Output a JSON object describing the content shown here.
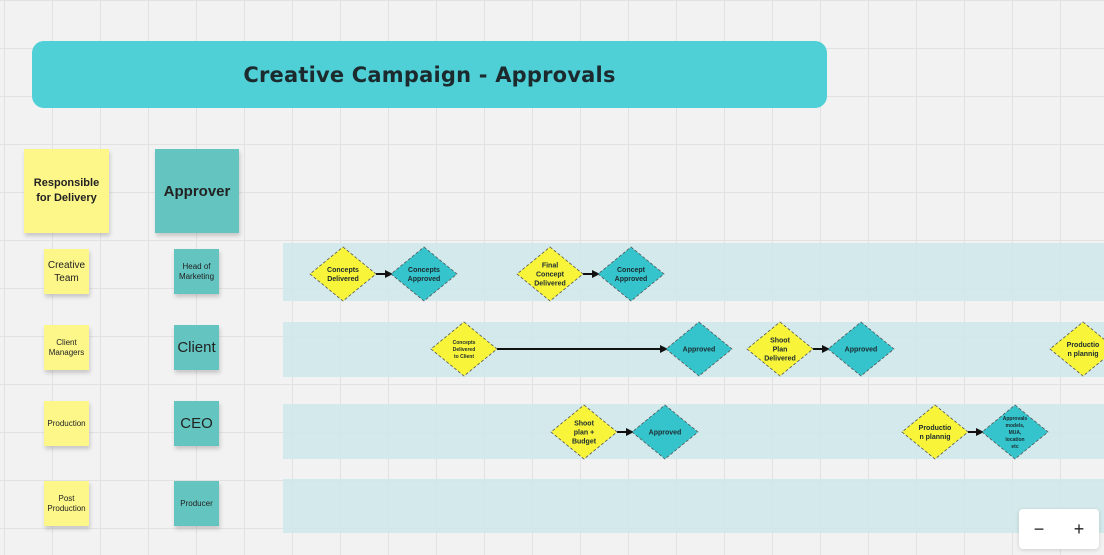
{
  "title": "Creative Campaign - Approvals",
  "headers": {
    "responsible": "Responsible for Delivery",
    "approver": "Approver"
  },
  "rows": [
    {
      "responsible": "Creative Team",
      "approver": "Head of Marketing",
      "approver_size": "small"
    },
    {
      "responsible": "Client Managers",
      "approver": "Client",
      "approver_size": "big"
    },
    {
      "responsible": "Production",
      "approver": "CEO",
      "approver_size": "big"
    },
    {
      "responsible": "Post Production",
      "approver": "Producer",
      "approver_size": "small"
    }
  ],
  "shapes": [
    {
      "id": "d1",
      "label": "Concepts Delivered",
      "color": "yellow",
      "lane": 0
    },
    {
      "id": "d2",
      "label": "Concepts Approved",
      "color": "teal",
      "lane": 0
    },
    {
      "id": "d3",
      "label": "Final Concept Delivered",
      "color": "yellow",
      "lane": 0
    },
    {
      "id": "d4",
      "label": "Concept Approved",
      "color": "teal",
      "lane": 0
    },
    {
      "id": "d5",
      "label": "Concepts Delivered to Client",
      "color": "yellow",
      "lane": 1
    },
    {
      "id": "d6",
      "label": "Approved",
      "color": "teal",
      "lane": 1
    },
    {
      "id": "d7",
      "label": "Shoot Plan Delivered",
      "color": "yellow",
      "lane": 1
    },
    {
      "id": "d8",
      "label": "Approved",
      "color": "teal",
      "lane": 1
    },
    {
      "id": "d9",
      "label": "Productio n plannig",
      "color": "yellow",
      "lane": 1
    },
    {
      "id": "d10",
      "label": "Shoot plan + Budget",
      "color": "yellow",
      "lane": 2
    },
    {
      "id": "d11",
      "label": "Approved",
      "color": "teal",
      "lane": 2
    },
    {
      "id": "d12",
      "label": "Productio n plannig",
      "color": "yellow",
      "lane": 2
    },
    {
      "id": "d13",
      "label": "Approvals models, MUA, location etc",
      "color": "teal",
      "lane": 2
    }
  ],
  "connections": [
    [
      "d1",
      "d2"
    ],
    [
      "d3",
      "d4"
    ],
    [
      "d5",
      "d6"
    ],
    [
      "d7",
      "d8"
    ],
    [
      "d10",
      "d11"
    ],
    [
      "d12",
      "d13"
    ]
  ],
  "colors": {
    "banner": "#4fcfd6",
    "yellow": "#fdf78a",
    "teal": "#63c4c0",
    "diamond_yellow": "#f7f43a",
    "diamond_teal": "#35c3cc"
  },
  "zoom": {
    "minus": "−",
    "plus": "+"
  }
}
